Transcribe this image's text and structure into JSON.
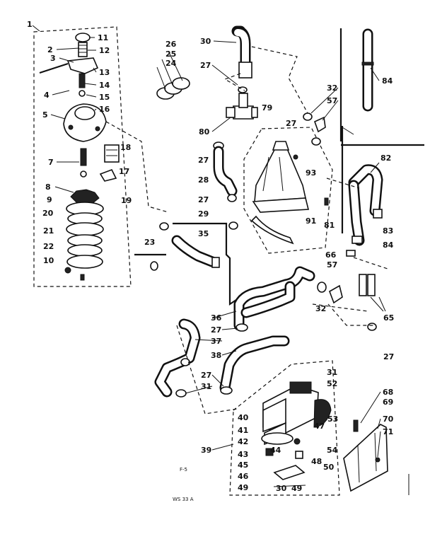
{
  "diagram": {
    "callouts": {
      "c1": "1",
      "c2": "2",
      "c3": "3",
      "c4": "4",
      "c5": "5",
      "c7": "7",
      "c8": "8",
      "c9": "9",
      "c20": "20",
      "c21": "21",
      "c22": "22",
      "c10": "10",
      "c11": "11",
      "c12": "12",
      "c13": "13",
      "c14": "14",
      "c15": "15",
      "c16": "16",
      "c18": "18",
      "c17": "17",
      "c19": "19",
      "c26": "26",
      "c25": "25",
      "c24": "24",
      "c30": "30",
      "c27a": "27",
      "c80": "80",
      "c27b": "27",
      "c28": "28",
      "c27c": "27",
      "c29": "29",
      "c23": "23",
      "c35": "35",
      "c79": "79",
      "c93": "93",
      "c81": "81",
      "c91": "91",
      "c32a": "32",
      "c57a": "57",
      "c27d": "27",
      "c84a": "84",
      "c82": "82",
      "c83": "83",
      "c84b": "84",
      "c66": "66",
      "c57b": "57",
      "c32b": "32",
      "c65": "65",
      "c27e": "27",
      "c36": "36",
      "c27f": "27",
      "c37": "37",
      "c38": "38",
      "c27g": "27",
      "c31a": "31",
      "c31b": "31",
      "c52": "52",
      "c40": "40",
      "c41": "41",
      "c42": "42",
      "c47": "47",
      "c53": "53",
      "c39": "39",
      "c43": "43",
      "c44": "44",
      "c45": "45",
      "c48": "48",
      "c46": "46",
      "c50": "50",
      "c49a": "49",
      "c30b": "30",
      "c49b": "49",
      "c54": "54",
      "c68": "68",
      "c69": "69",
      "c70": "70",
      "c71": "71"
    },
    "footer_code": "F-5",
    "footer_ref": "WS 33 A"
  }
}
